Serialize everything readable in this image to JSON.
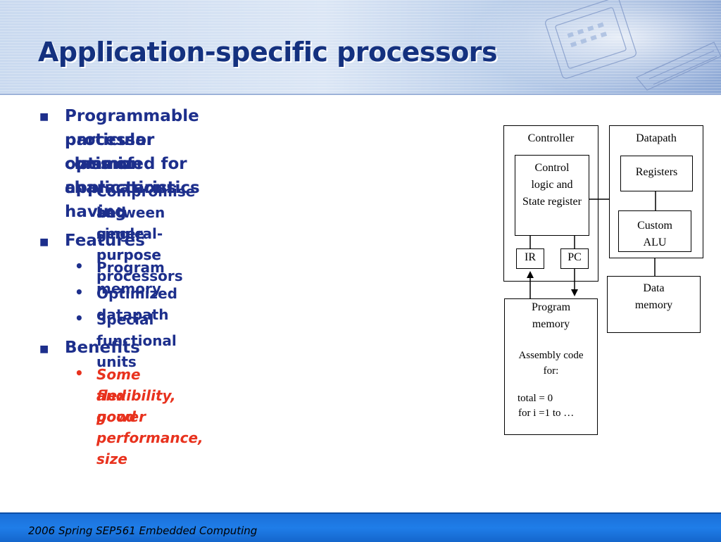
{
  "slide": {
    "title": "Application-specific processors",
    "bullets": [
      {
        "text_lines": [
          "Programmable processor optimized for a",
          "particular class of applications having",
          "common characteristics"
        ],
        "subs": [
          {
            "lines": [
              "Compromise between general-purpose",
              "and single-purpose processors"
            ]
          }
        ]
      },
      {
        "text_lines": [
          "Features"
        ],
        "subs": [
          {
            "lines": [
              "Program memory"
            ]
          },
          {
            "lines": [
              "Optimized datapath"
            ]
          },
          {
            "lines": [
              "Special functional units"
            ]
          }
        ]
      },
      {
        "text_lines": [
          "Benefits"
        ],
        "subs": [
          {
            "lines": [
              "Some flexibility, good performance, size",
              "and power"
            ]
          }
        ]
      }
    ],
    "bullet_marker_l1": "■",
    "bullet_marker_l2": "•"
  },
  "diagram": {
    "controller_label": "Controller",
    "datapath_label": "Datapath",
    "control_logic": [
      "Control",
      "logic and",
      "State register"
    ],
    "ir": "IR",
    "pc": "PC",
    "registers": "Registers",
    "custom_alu": [
      "Custom",
      "ALU"
    ],
    "data_memory": [
      "Data",
      "memory"
    ],
    "program_memory": [
      "Program",
      "memory"
    ],
    "assembly_code": [
      "Assembly code",
      "for:"
    ],
    "code_lines": [
      "total = 0",
      "for i =1 to …"
    ]
  },
  "footer": {
    "text": "2006  Spring SEP561 Embedded Computing"
  },
  "colors": {
    "title": "#14317f",
    "bullet_text": "#1d2f8c",
    "highlight": "#e8321e",
    "footer_bg": "#1f7de8"
  }
}
